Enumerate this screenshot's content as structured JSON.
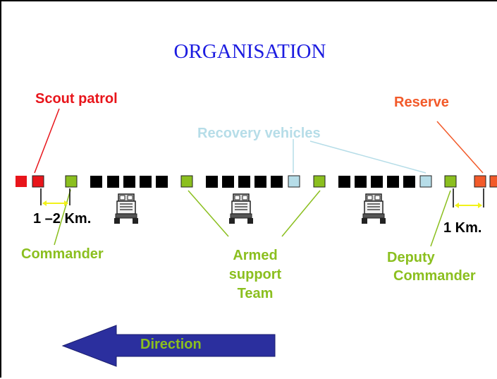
{
  "title": "ORGANISATION",
  "labels": {
    "scout_patrol": "Scout patrol",
    "reserve": "Reserve",
    "recovery_vehicles": "Recovery vehicles",
    "distance_front": "1 –2 Km.",
    "distance_rear": "1 Km.",
    "commander": "Commander",
    "armed_support_line1": "Armed",
    "armed_support_line2": "support",
    "armed_support_line3": "Team",
    "deputy_line1": "Deputy",
    "deputy_line2": "Commander",
    "direction": "Direction"
  },
  "colors": {
    "scout": "#e8151b",
    "reserve": "#f25a2a",
    "green_vehicle": "#8bbf1f",
    "recovery": "#b6dde8",
    "truck_block": "#000000",
    "title": "#1c1ce0",
    "arrow": "#2b2f9e",
    "distance_marker": "#f2f21a"
  },
  "icons": [
    "truck-icon"
  ]
}
